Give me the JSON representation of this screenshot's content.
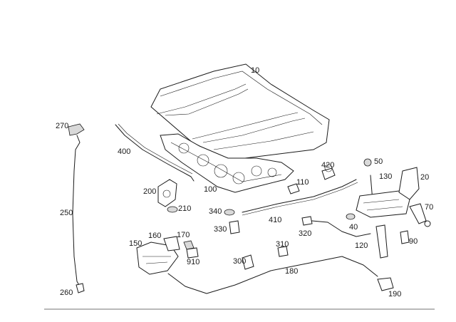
{
  "diagram": {
    "labels": [
      {
        "id": "10",
        "text": "10"
      },
      {
        "id": "20",
        "text": "20"
      },
      {
        "id": "40",
        "text": "40"
      },
      {
        "id": "50",
        "text": "50"
      },
      {
        "id": "70",
        "text": "70"
      },
      {
        "id": "90",
        "text": "90"
      },
      {
        "id": "100",
        "text": "100"
      },
      {
        "id": "110",
        "text": "110"
      },
      {
        "id": "120",
        "text": "120"
      },
      {
        "id": "130",
        "text": "130"
      },
      {
        "id": "150",
        "text": "150"
      },
      {
        "id": "160",
        "text": "160"
      },
      {
        "id": "170",
        "text": "170"
      },
      {
        "id": "180",
        "text": "180"
      },
      {
        "id": "190",
        "text": "190"
      },
      {
        "id": "200",
        "text": "200"
      },
      {
        "id": "210",
        "text": "210"
      },
      {
        "id": "250",
        "text": "250"
      },
      {
        "id": "260",
        "text": "260"
      },
      {
        "id": "270",
        "text": "270"
      },
      {
        "id": "300",
        "text": "300"
      },
      {
        "id": "310",
        "text": "310"
      },
      {
        "id": "320",
        "text": "320"
      },
      {
        "id": "330",
        "text": "330"
      },
      {
        "id": "340",
        "text": "340"
      },
      {
        "id": "400",
        "text": "400"
      },
      {
        "id": "410",
        "text": "410"
      },
      {
        "id": "420",
        "text": "420"
      },
      {
        "id": "910",
        "text": "910"
      }
    ]
  }
}
